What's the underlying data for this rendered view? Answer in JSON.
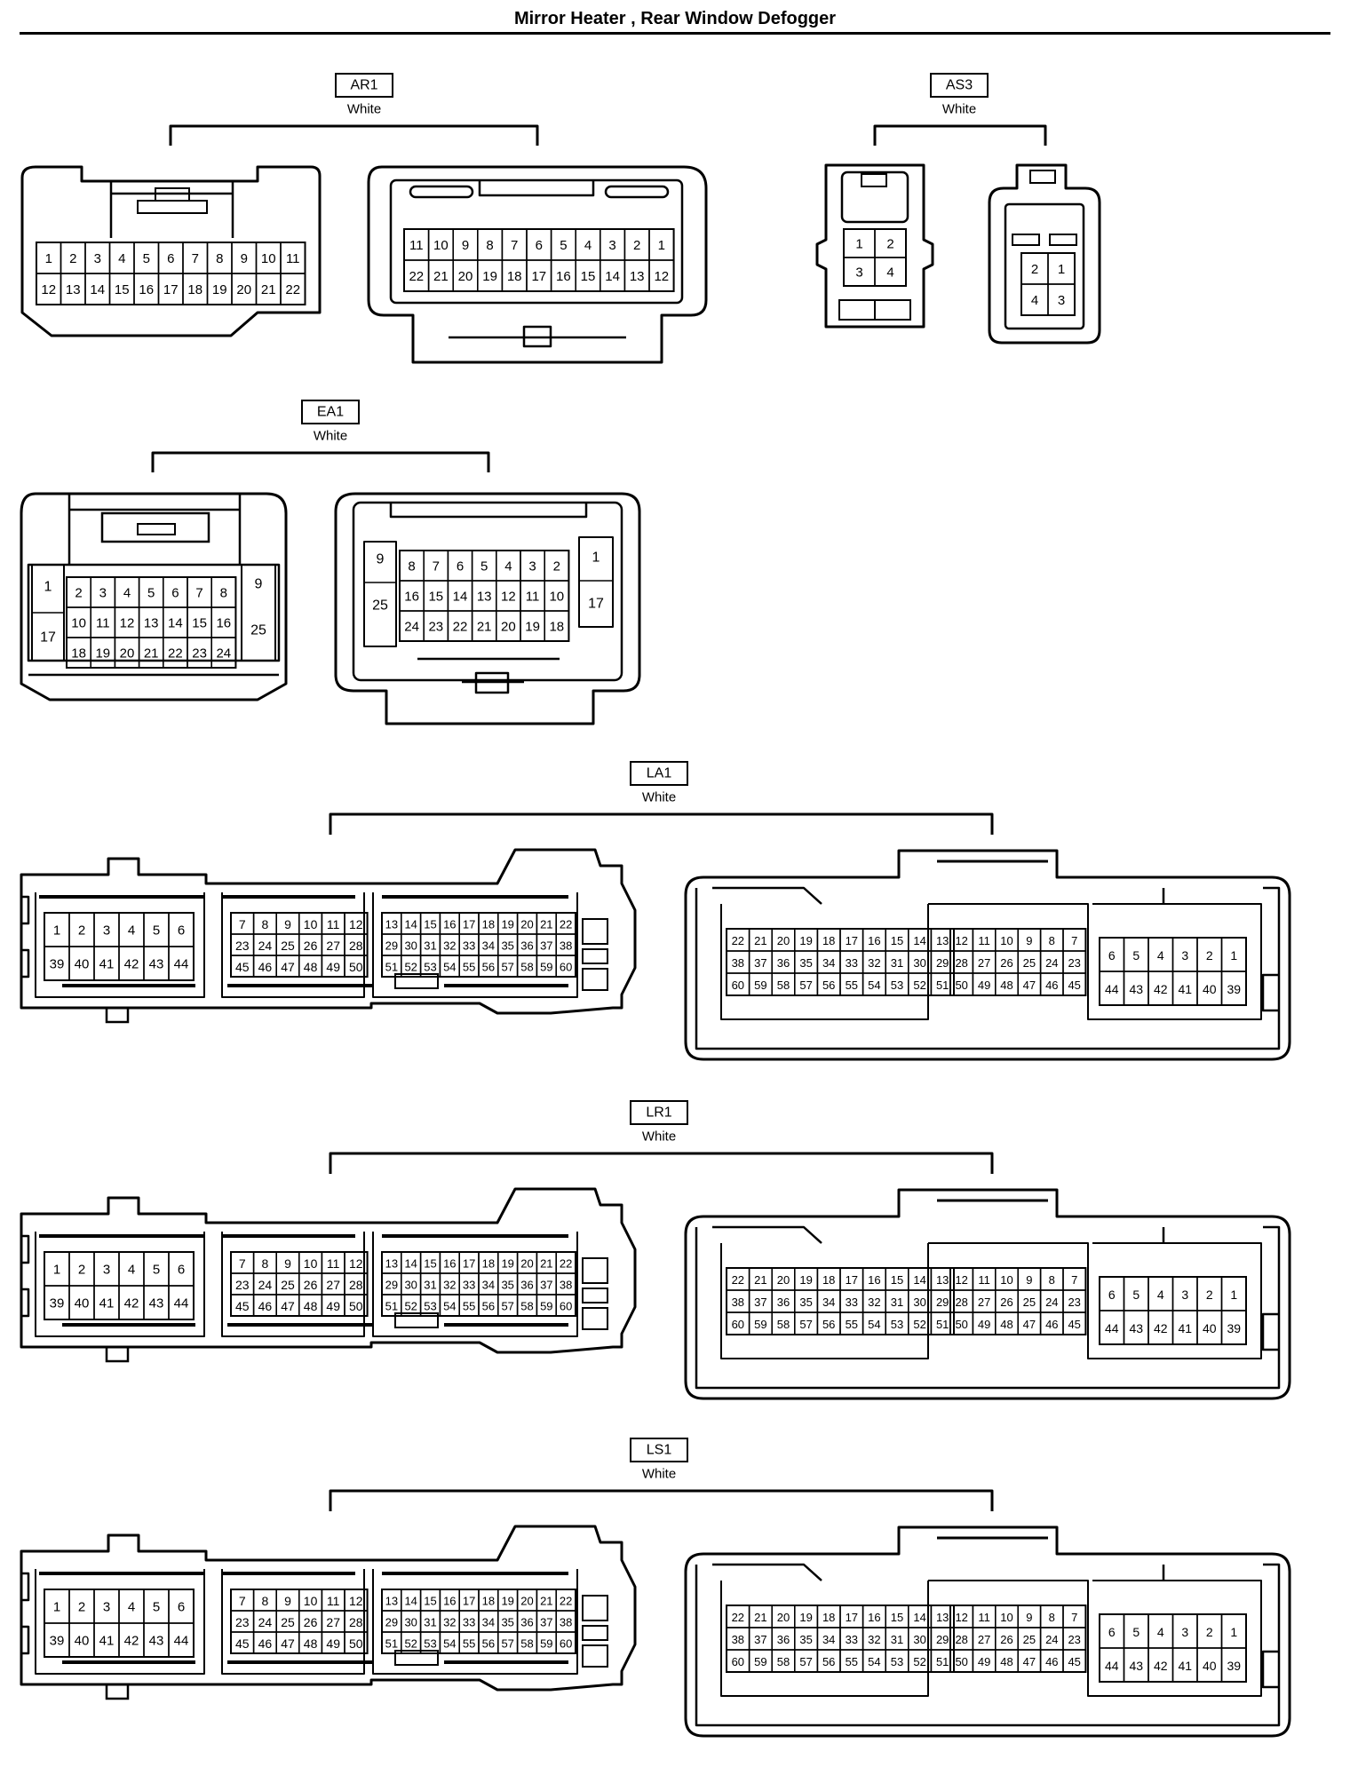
{
  "title": "Mirror Heater , Rear Window Defogger",
  "connectors": [
    {
      "id": "AR1",
      "color": "White",
      "left_rows": [
        [
          "1",
          "2",
          "3",
          "4",
          "5",
          "6",
          "7",
          "8",
          "9",
          "10",
          "11"
        ],
        [
          "12",
          "13",
          "14",
          "15",
          "16",
          "17",
          "18",
          "19",
          "20",
          "21",
          "22"
        ]
      ],
      "right_rows": [
        [
          "11",
          "10",
          "9",
          "8",
          "7",
          "6",
          "5",
          "4",
          "3",
          "2",
          "1"
        ],
        [
          "22",
          "21",
          "20",
          "19",
          "18",
          "17",
          "16",
          "15",
          "14",
          "13",
          "12"
        ]
      ]
    },
    {
      "id": "AS3",
      "color": "White",
      "left_rows": [
        [
          "1",
          "2"
        ],
        [
          "3",
          "4"
        ]
      ],
      "right_rows": [
        [
          "2",
          "1"
        ],
        [
          "4",
          "3"
        ]
      ]
    },
    {
      "id": "EA1",
      "color": "White",
      "left": {
        "side_left": [
          "1",
          "17"
        ],
        "side_right": [
          "9",
          "25"
        ],
        "rows": [
          [
            "2",
            "3",
            "4",
            "5",
            "6",
            "7",
            "8"
          ],
          [
            "10",
            "11",
            "12",
            "13",
            "14",
            "15",
            "16"
          ],
          [
            "18",
            "19",
            "20",
            "21",
            "22",
            "23",
            "24"
          ]
        ]
      },
      "right": {
        "side_left": [
          "9",
          "25"
        ],
        "side_right": [
          "1",
          "17"
        ],
        "rows": [
          [
            "8",
            "7",
            "6",
            "5",
            "4",
            "3",
            "2"
          ],
          [
            "16",
            "15",
            "14",
            "13",
            "12",
            "11",
            "10"
          ],
          [
            "24",
            "23",
            "22",
            "21",
            "20",
            "19",
            "18"
          ]
        ]
      }
    }
  ],
  "big_connectors": [
    {
      "id": "LA1",
      "color": "White"
    },
    {
      "id": "LR1",
      "color": "White"
    },
    {
      "id": "LS1",
      "color": "White"
    }
  ],
  "big_pins": {
    "left_a": [
      [
        "1",
        "2",
        "3",
        "4",
        "5",
        "6"
      ],
      [
        "39",
        "40",
        "41",
        "42",
        "43",
        "44"
      ]
    ],
    "left_b": [
      [
        "7",
        "8",
        "9",
        "10",
        "11",
        "12"
      ],
      [
        "23",
        "24",
        "25",
        "26",
        "27",
        "28"
      ],
      [
        "45",
        "46",
        "47",
        "48",
        "49",
        "50"
      ]
    ],
    "left_c": [
      [
        "13",
        "14",
        "15",
        "16",
        "17",
        "18",
        "19",
        "20",
        "21",
        "22"
      ],
      [
        "29",
        "30",
        "31",
        "32",
        "33",
        "34",
        "35",
        "36",
        "37",
        "38"
      ],
      [
        "51",
        "52",
        "53",
        "54",
        "55",
        "56",
        "57",
        "58",
        "59",
        "60"
      ]
    ],
    "right_a": [
      [
        "22",
        "21",
        "20",
        "19",
        "18",
        "17",
        "16",
        "15",
        "14",
        "13"
      ],
      [
        "38",
        "37",
        "36",
        "35",
        "34",
        "33",
        "32",
        "31",
        "30",
        "29"
      ],
      [
        "60",
        "59",
        "58",
        "57",
        "56",
        "55",
        "54",
        "53",
        "52",
        "51"
      ]
    ],
    "right_b": [
      [
        "12",
        "11",
        "10",
        "9",
        "8",
        "7"
      ],
      [
        "28",
        "27",
        "26",
        "25",
        "24",
        "23"
      ],
      [
        "50",
        "49",
        "48",
        "47",
        "46",
        "45"
      ]
    ],
    "right_c": [
      [
        "6",
        "5",
        "4",
        "3",
        "2",
        "1"
      ],
      [
        "44",
        "43",
        "42",
        "41",
        "40",
        "39"
      ]
    ]
  }
}
